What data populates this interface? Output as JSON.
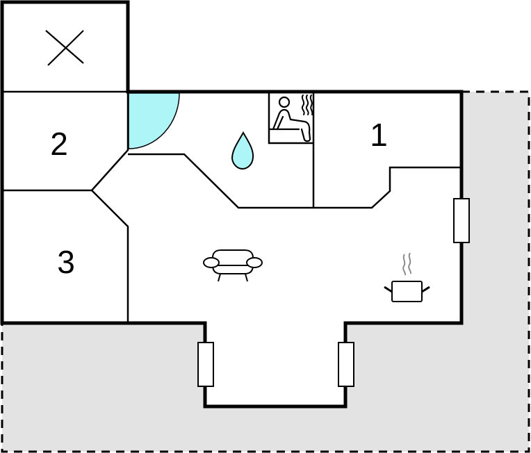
{
  "floorplan": {
    "colors": {
      "wall": "#000000",
      "terrace": "#e3e3e3",
      "water": "#aef5f8",
      "steam": "#8a8a8a",
      "background": "#ffffff"
    },
    "rooms": [
      {
        "id": "bedroom-1",
        "label": "1"
      },
      {
        "id": "bedroom-2",
        "label": "2"
      },
      {
        "id": "bedroom-3",
        "label": "3"
      }
    ],
    "icons": [
      {
        "name": "closed-room-x-icon",
        "meaning": "not part of unit"
      },
      {
        "name": "bathroom-water-drop-icon",
        "meaning": "bathroom"
      },
      {
        "name": "sauna-icon",
        "meaning": "sauna"
      },
      {
        "name": "sofa-icon",
        "meaning": "living room"
      },
      {
        "name": "cooking-pot-icon",
        "meaning": "kitchen"
      },
      {
        "name": "door-swing-icon",
        "meaning": "entrance door"
      }
    ],
    "windows_count": 3,
    "terrace": "dashed outline, grey fill"
  }
}
